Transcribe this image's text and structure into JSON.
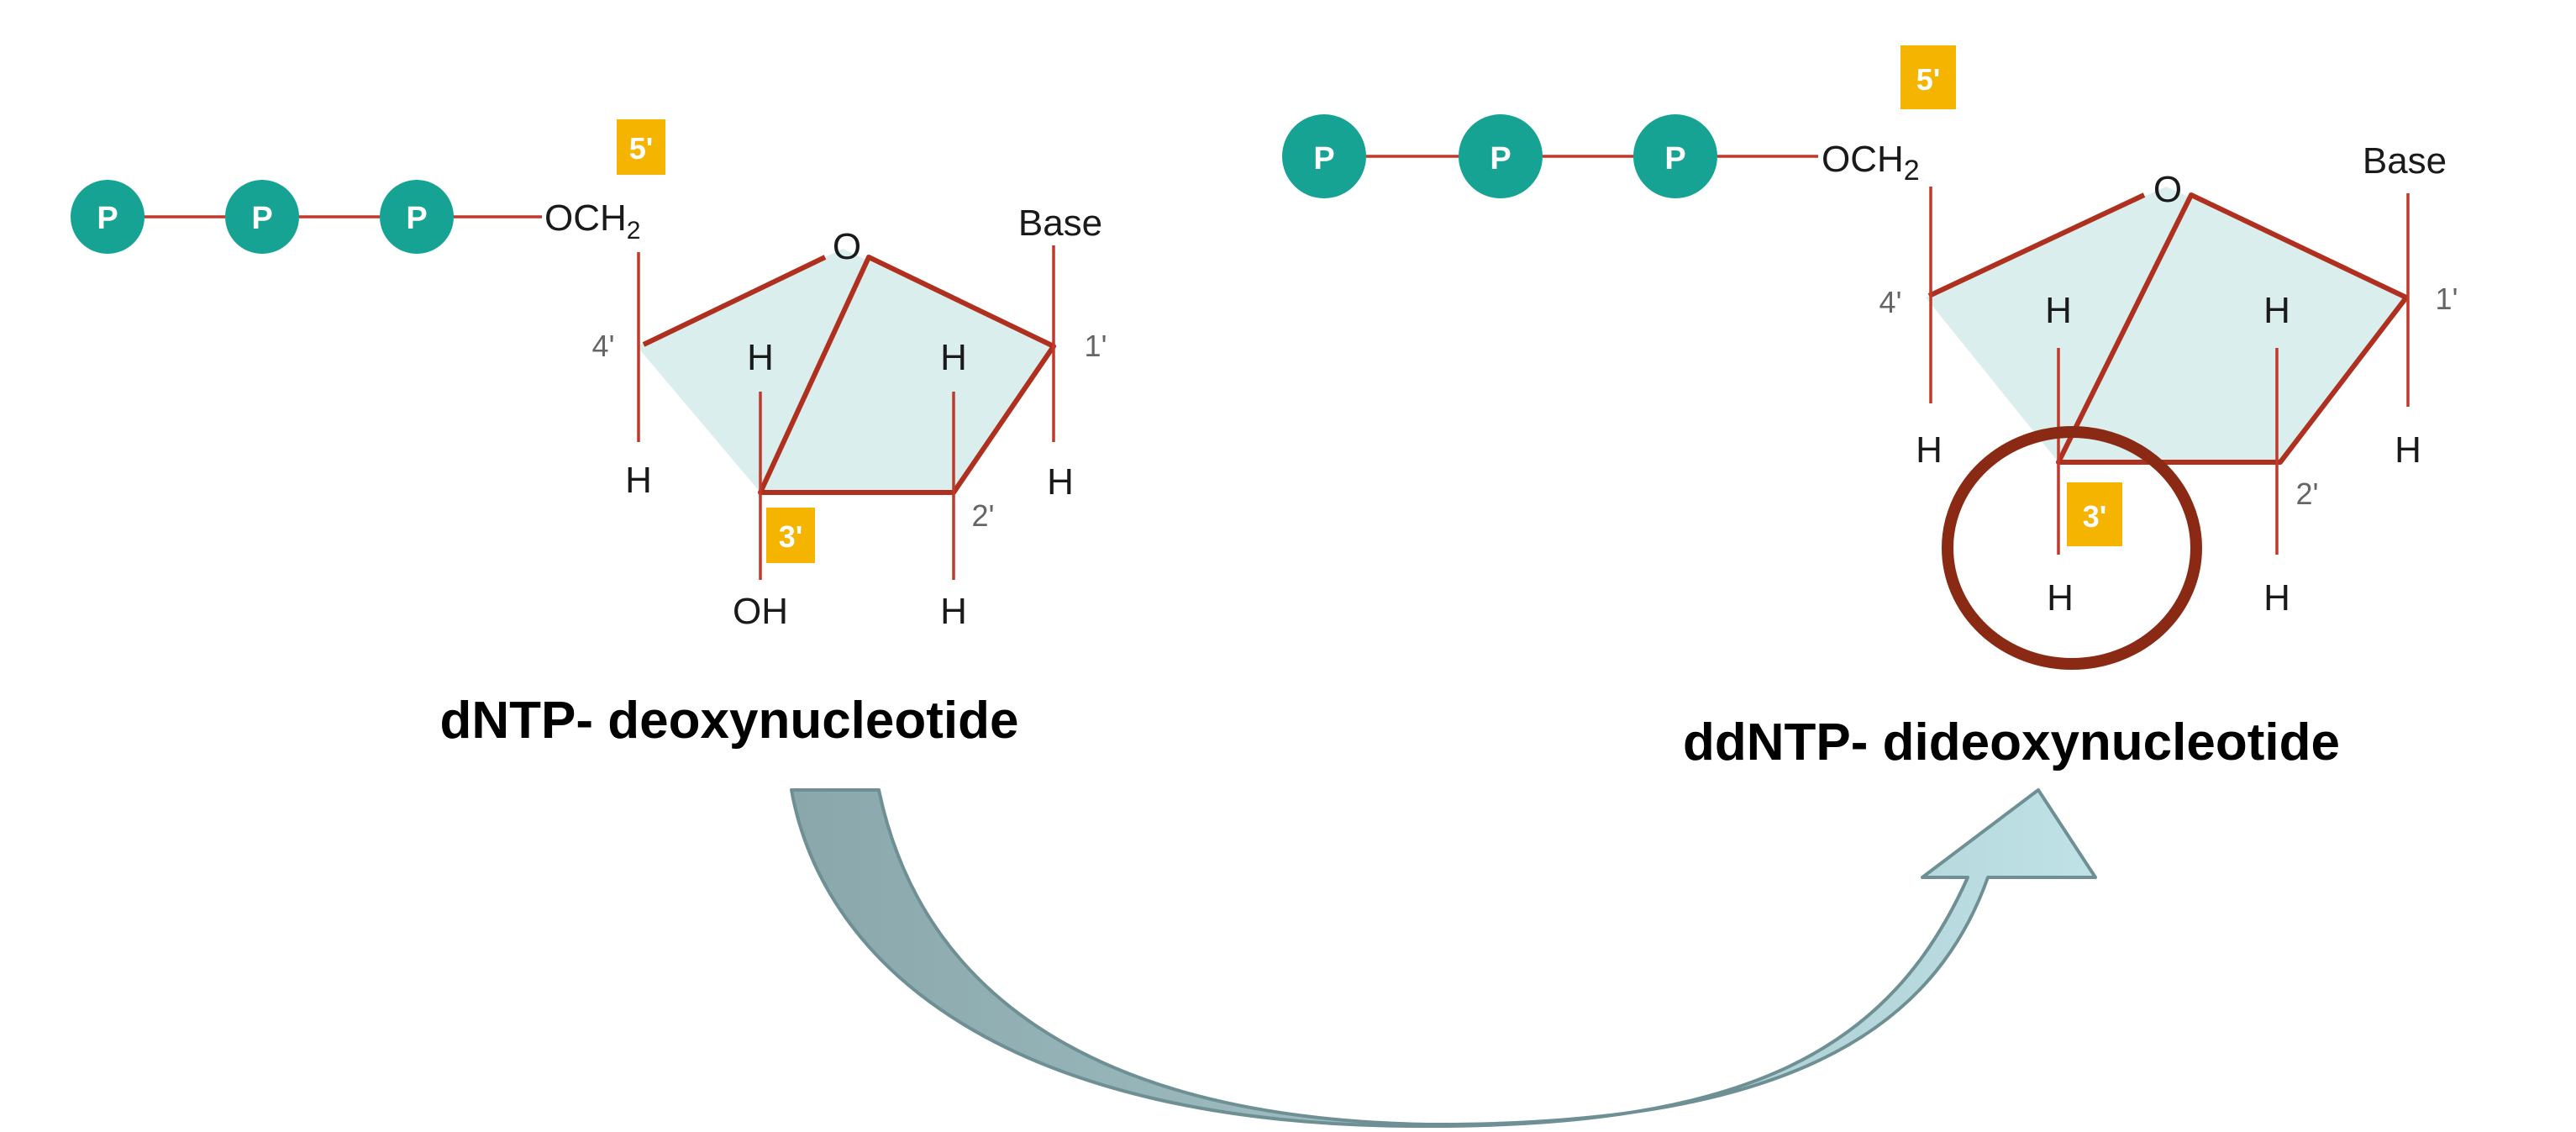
{
  "molecules": [
    {
      "id": "dntp",
      "caption": "dNTP- deoxynucleotide",
      "phosphates": [
        "P",
        "P",
        "P"
      ],
      "och2": "OCH",
      "och2_sub": "2",
      "ring_oxygen": "O",
      "base": "Base",
      "prime_5": "5'",
      "prime_3": "3'",
      "num_4": "4'",
      "num_1": "1'",
      "num_2": "2'",
      "h_4": "H",
      "h_1": "H",
      "h_3_up": "H",
      "h_2_up": "H",
      "sub_3_down": "OH",
      "h_2_down": "H"
    },
    {
      "id": "ddntp",
      "caption": "ddNTP- dideoxynucleotide",
      "phosphates": [
        "P",
        "P",
        "P"
      ],
      "och2": "OCH",
      "och2_sub": "2",
      "ring_oxygen": "O",
      "base": "Base",
      "prime_5": "5'",
      "prime_3": "3'",
      "num_4": "4'",
      "num_1": "1'",
      "num_2": "2'",
      "h_4": "H",
      "h_1": "H",
      "h_3_up": "H",
      "h_2_up": "H",
      "sub_3_down": "H",
      "h_2_down": "H"
    }
  ],
  "colors": {
    "phosphate": "#17a394",
    "bond": "#c0392b",
    "ring_fill": "#d9eeed",
    "prime_box": "#f5b400",
    "highlight_circle": "#8b2a14",
    "arrow_start": "#8aa8ab",
    "arrow_end": "#b8dde2",
    "arrow_stroke": "#6e8f94"
  }
}
